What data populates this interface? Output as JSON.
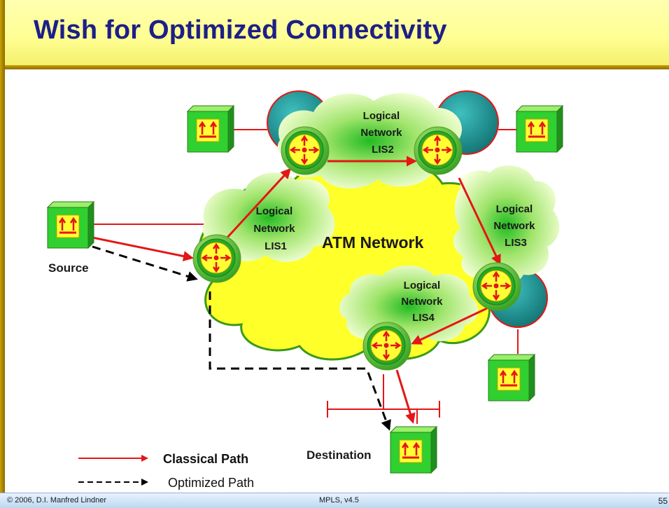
{
  "title": "Wish for Optimized Connectivity",
  "cloud_labels": {
    "atm": "ATM Network",
    "lis1": [
      "Logical",
      "Network",
      "LIS1"
    ],
    "lis2": [
      "Logical",
      "Network",
      "LIS2"
    ],
    "lis3": [
      "Logical",
      "Network",
      "LIS3"
    ],
    "lis4": [
      "Logical",
      "Network",
      "LIS4"
    ]
  },
  "host_labels": {
    "source": "Source",
    "destination": "Destination"
  },
  "legend": {
    "classical": "Classical Path",
    "optimized": "Optimized Path"
  },
  "footer": {
    "copyright": "© 2006, D.I. Manfred Lindner",
    "course": "MPLS, v4.5",
    "page": "55"
  },
  "colors": {
    "classical_path": "#e41616",
    "optimized_path": "#000000",
    "atm_cloud": "#ffff2a",
    "lis_cloud": "#e2ffb0",
    "router": "#7cd84a",
    "switch": "#1f9a9a",
    "title": "#1d1f86"
  }
}
